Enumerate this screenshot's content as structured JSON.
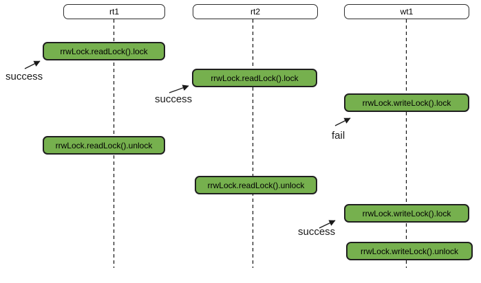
{
  "diagram": {
    "type": "sequence-diagram",
    "lifelines": [
      {
        "id": "rt1",
        "label": "rt1"
      },
      {
        "id": "rt2",
        "label": "rt2"
      },
      {
        "id": "wt1",
        "label": "wt1"
      }
    ],
    "events": [
      {
        "lifeline": "rt1",
        "label": "rrwLock.readLock().lock",
        "annotation": "success"
      },
      {
        "lifeline": "rt2",
        "label": "rrwLock.readLock().lock",
        "annotation": "success"
      },
      {
        "lifeline": "wt1",
        "label": "rrwLock.writeLock().lock",
        "annotation": "fail"
      },
      {
        "lifeline": "rt1",
        "label": "rrwLock.readLock().unlock",
        "annotation": ""
      },
      {
        "lifeline": "rt2",
        "label": "rrwLock.readLock().unlock",
        "annotation": ""
      },
      {
        "lifeline": "wt1",
        "label": "rrwLock.writeLock().lock",
        "annotation": "success"
      },
      {
        "lifeline": "wt1",
        "label": "rrwLock.writeLock().unlock",
        "annotation": ""
      }
    ],
    "colors": {
      "box_fill": "#76b04e",
      "box_border": "#1f1f1f",
      "header_fill": "#ffffff",
      "header_border": "#2b2b2b",
      "line_color": "#111111",
      "text_color": "#000000"
    }
  }
}
